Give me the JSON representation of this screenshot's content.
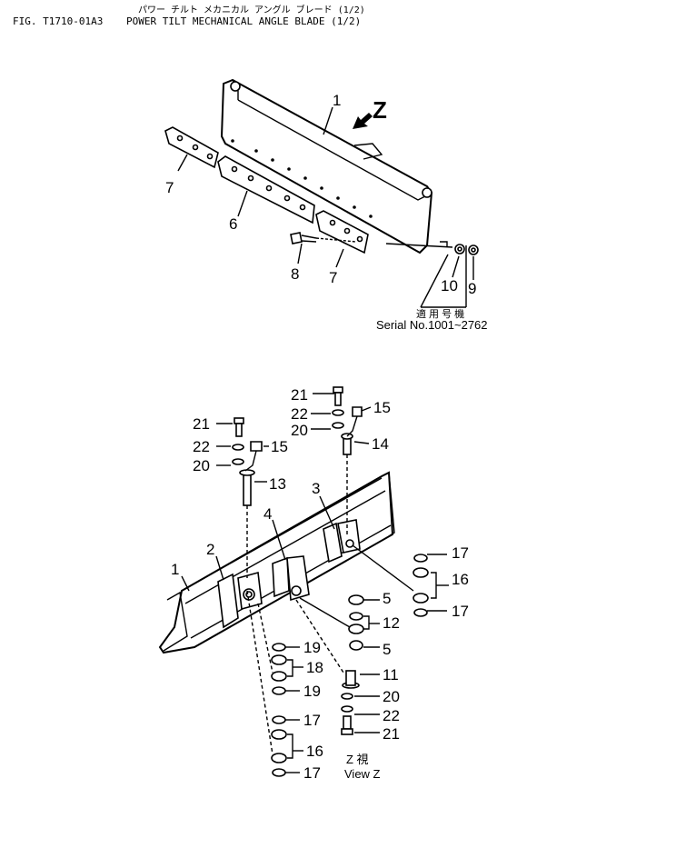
{
  "header": {
    "japanese_title": "パワー チルト メカニカル アングル ブレード (1/2)",
    "figure_number": "FIG. T1710-01A3",
    "english_title": "POWER TILT MECHANICAL ANGLE BLADE (1/2)"
  },
  "upper_view": {
    "callouts": [
      "1",
      "6",
      "7",
      "7",
      "8",
      "10",
      "9"
    ],
    "view_arrow_label": "Z",
    "serial_label_jp": "適 用 号 機",
    "serial_label_en": "Serial No.1001~2762"
  },
  "lower_view": {
    "callouts_left": [
      "21",
      "22",
      "20",
      "15",
      "13",
      "2",
      "1",
      "4",
      "3",
      "21",
      "22",
      "20",
      "15",
      "14"
    ],
    "callouts_right": [
      "17",
      "16",
      "17",
      "5",
      "12",
      "5",
      "11",
      "20",
      "22",
      "21"
    ],
    "callouts_bottom": [
      "19",
      "18",
      "19",
      "17",
      "16",
      "17"
    ],
    "view_caption_jp": "Z 視",
    "view_caption_en": "View Z"
  }
}
